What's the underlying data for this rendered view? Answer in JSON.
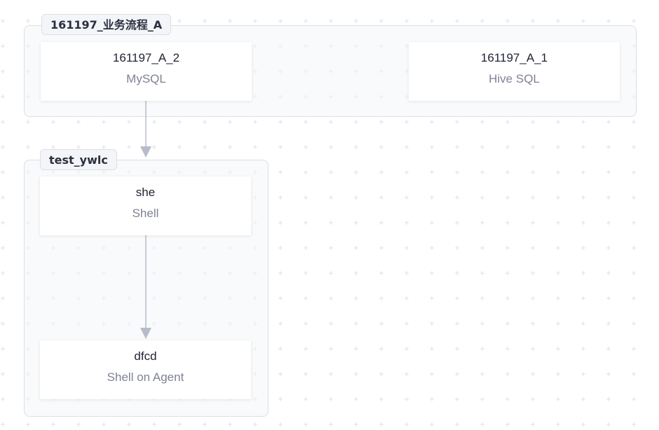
{
  "groups": [
    {
      "label": "161197_业务流程_A",
      "nodes": [
        {
          "name": "161197_A_2",
          "type": "MySQL"
        },
        {
          "name": "161197_A_1",
          "type": "Hive SQL"
        }
      ]
    },
    {
      "label": "test_ywlc",
      "nodes": [
        {
          "name": "she",
          "type": "Shell"
        },
        {
          "name": "dfcd",
          "type": "Shell on Agent"
        }
      ]
    }
  ],
  "edges": [
    {
      "from": "161197_A_2",
      "to": "she"
    },
    {
      "from": "she",
      "to": "dfcd"
    }
  ],
  "colors": {
    "grid_cross": "#dfe1e8",
    "group_border": "#dcdfe6",
    "edge": "#b8bcc9"
  }
}
